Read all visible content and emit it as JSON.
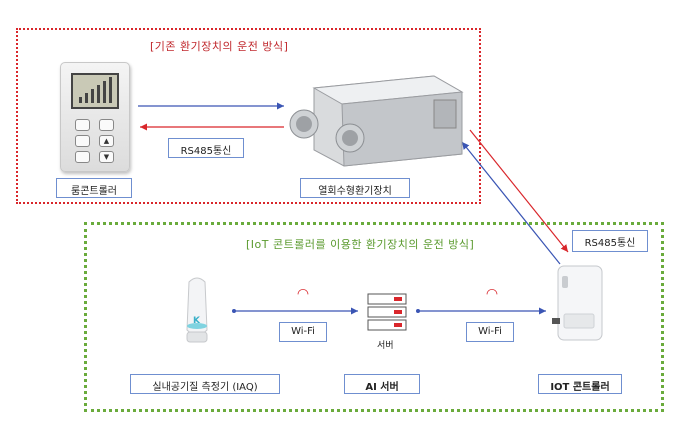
{
  "sections": {
    "legacy_title": "[기존 환기장치의 운전 방식]",
    "iot_title": "[IoT 콘트롤러를 이용한 환기장치의 운전 방식]"
  },
  "labels": {
    "room_controller": "룸콘트롤러",
    "ventilator": "열회수형환기장치",
    "rs485_left": "RS485통신",
    "rs485_right": "RS485통신",
    "sensor": "실내공기질 측정기 (IAQ)",
    "ai_server": "AI 서버",
    "iot_controller": "IOT 콘트롤러",
    "wifi_left": "Wi-Fi",
    "wifi_right": "Wi-Fi",
    "server_caption": "서버",
    "sensor_mark": "K"
  },
  "colors": {
    "legacy_border": "#d9262b",
    "iot_border": "#6aab3c",
    "arrow_blue": "#3a55b4",
    "arrow_red": "#d9262b",
    "label_border": "#6f8fd0"
  },
  "icons": {
    "wifi": "wifi-icon",
    "server": "server-icon",
    "controller": "room-controller-icon"
  }
}
